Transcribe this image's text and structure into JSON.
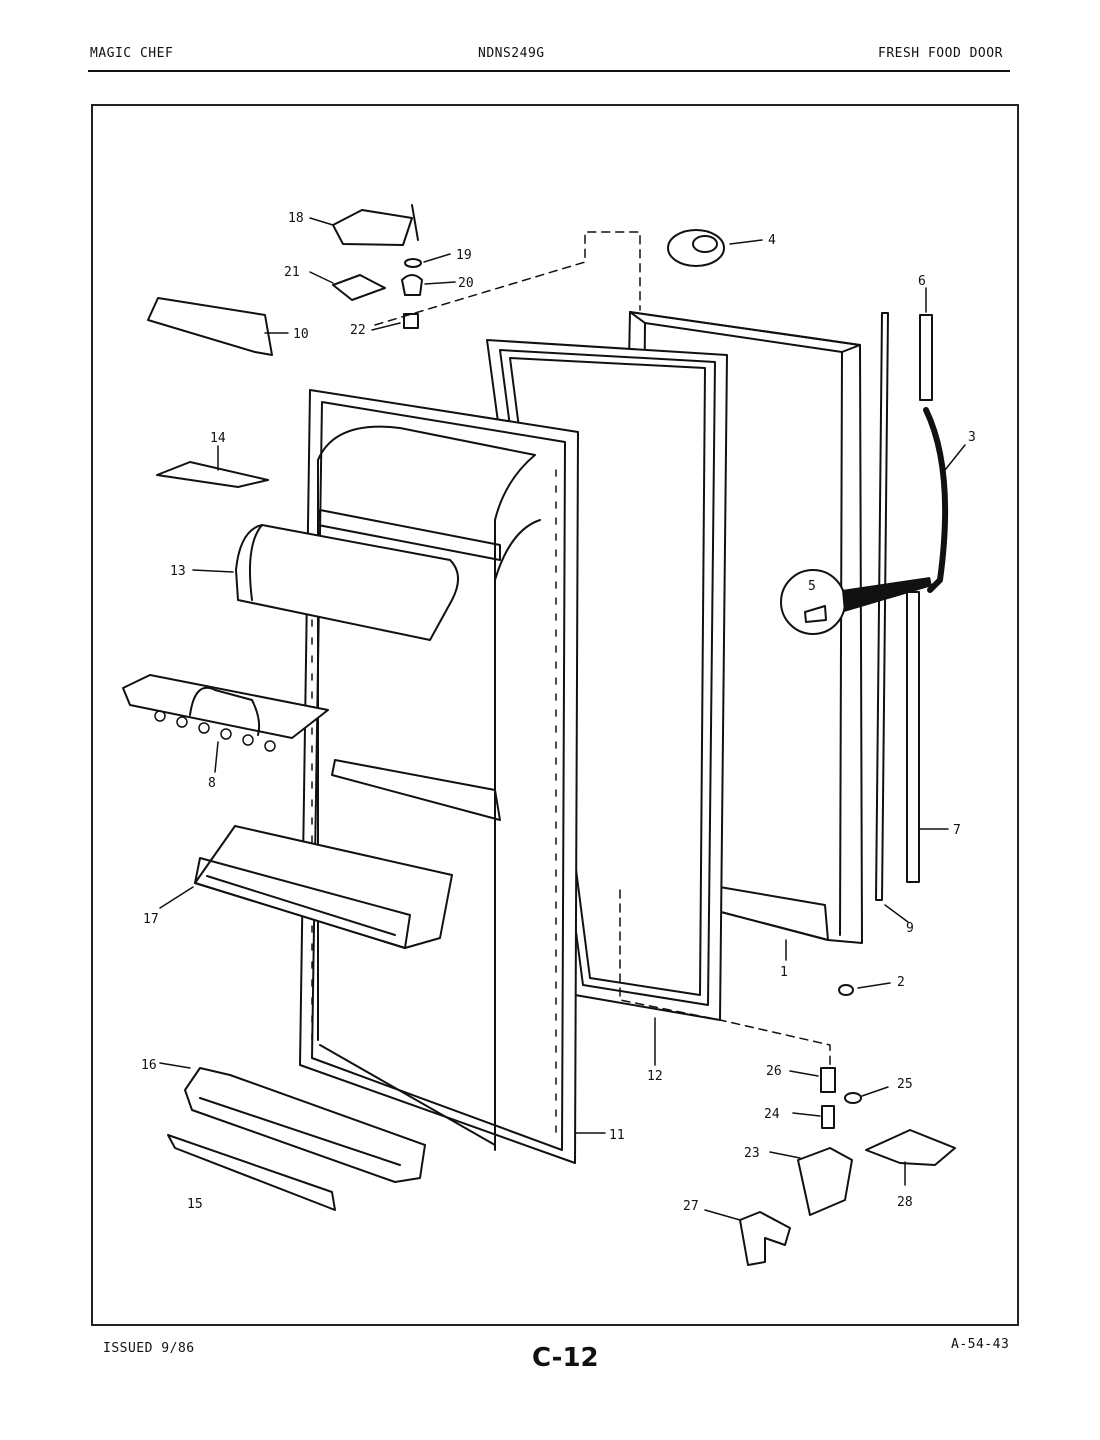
{
  "header": {
    "brand": "MAGIC CHEF",
    "model": "NDNS249G",
    "section": "FRESH FOOD DOOR"
  },
  "footer": {
    "issued": "ISSUED 9/86",
    "page_code": "C-12",
    "ref": "A-54-43"
  },
  "callouts": [
    "1",
    "2",
    "3",
    "4",
    "5",
    "6",
    "7",
    "8",
    "9",
    "10",
    "11",
    "12",
    "13",
    "14",
    "15",
    "16",
    "17",
    "18",
    "19",
    "20",
    "21",
    "22",
    "23",
    "24",
    "25",
    "26",
    "27",
    "28"
  ]
}
